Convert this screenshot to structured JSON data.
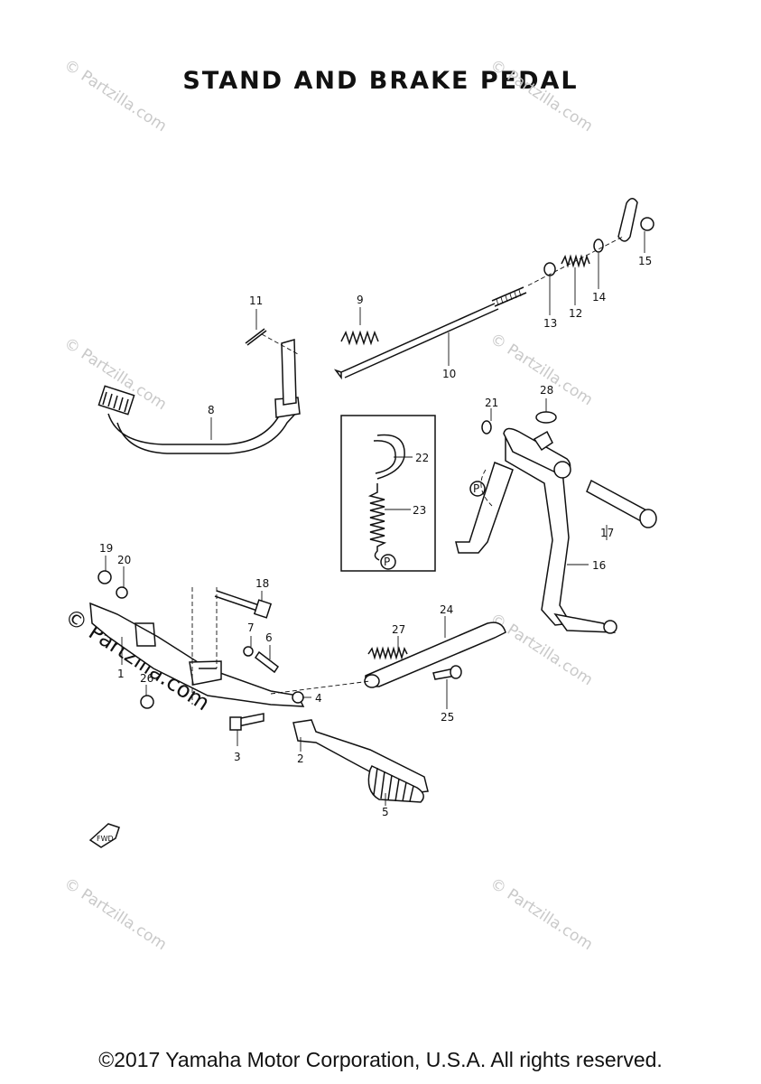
{
  "title": "STAND AND BRAKE PEDAL",
  "footer": "©2017 Yamaha Motor Corporation, U.S.A. All rights reserved.",
  "watermark": "© Partzilla.com",
  "callouts": [
    "1",
    "2",
    "3",
    "4",
    "5",
    "6",
    "7",
    "8",
    "9",
    "10",
    "11",
    "12",
    "13",
    "14",
    "15",
    "16",
    "17",
    "18",
    "19",
    "20",
    "21",
    "22",
    "23",
    "24",
    "25",
    "26",
    "27",
    "28"
  ],
  "symbols": {
    "grease_mark": "P",
    "direction_arrow": "FWD"
  },
  "colors": {
    "ink": "#111111",
    "watermark": "#c9c9c9"
  }
}
